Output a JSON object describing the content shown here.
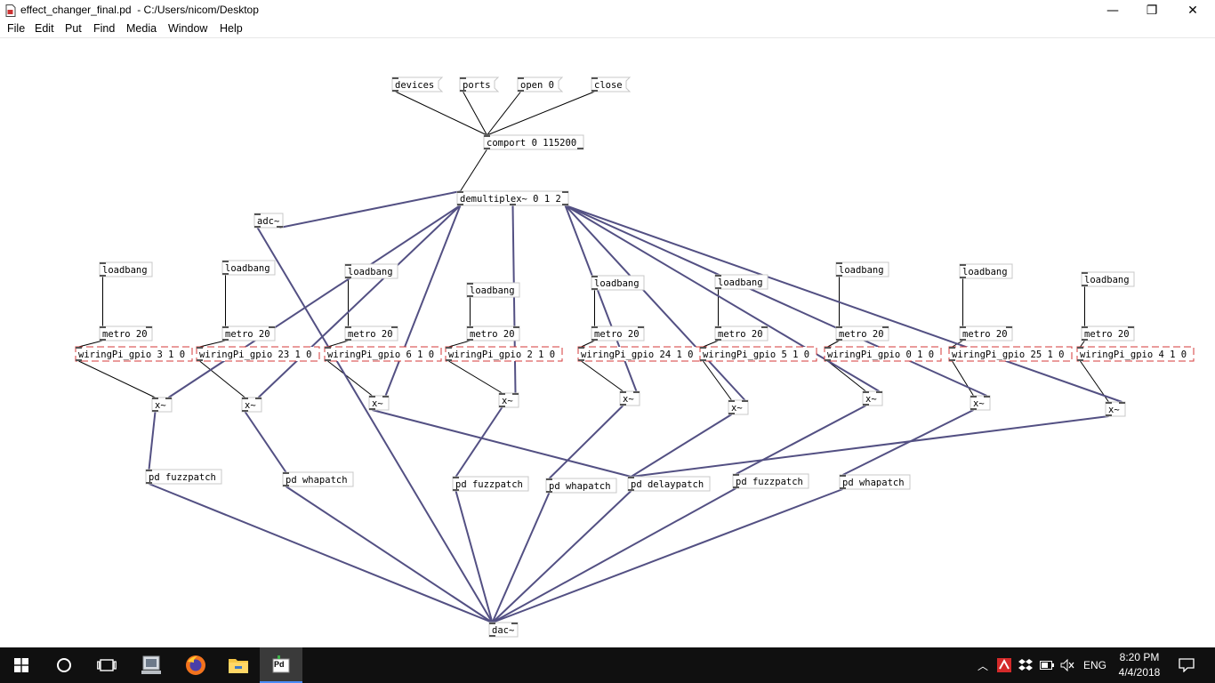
{
  "window": {
    "title": "effect_changer_final.pd  - C:/Users/nicom/Desktop",
    "minimize_glyph": "—",
    "restore_glyph": "❐",
    "close_glyph": "✕"
  },
  "menubar": {
    "items": [
      "File",
      "Edit",
      "Put",
      "Find",
      "Media",
      "Window",
      "Help"
    ]
  },
  "patch": {
    "messages": [
      "devices",
      "ports",
      "open 0",
      "close"
    ],
    "comport": "comport 0 115200",
    "demux": "demultiplex~ 0 1 2",
    "adc": "adc~",
    "loadbang": "loadbang",
    "metro": "metro 20",
    "gpio": [
      "wiringPi_gpio 3 1 0",
      "wiringPi_gpio 23 1 0",
      "wiringPi_gpio 6 1 0",
      "wiringPi_gpio 2 1 0",
      "wiringPi_gpio 24 1 0",
      "wiringPi_gpio 5 1 0",
      "wiringPi_gpio 0 1 0",
      "wiringPi_gpio 25 1 0",
      "wiringPi_gpio 4 1 0"
    ],
    "mult": "x~",
    "subpatches": [
      "pd fuzzpatch",
      "pd whapatch",
      "pd fuzzpatch",
      "pd whapatch",
      "pd delaypatch",
      "pd fuzzpatch",
      "pd whapatch"
    ],
    "dac": "dac~"
  },
  "taskbar": {
    "icons": [
      "windows-start-icon",
      "cortana-icon",
      "task-view-icon",
      "photos-app-icon",
      "firefox-icon",
      "file-explorer-icon",
      "pd-app-icon"
    ],
    "pd_label": "Pd",
    "language": "ENG",
    "time": "8:20 PM",
    "date": "4/4/2018",
    "accent": "#4a8cf7"
  },
  "colors": {
    "cord_signal": "#535083",
    "cord_control": "#000000",
    "gpio_border": "#d63838",
    "box_border": "#c8c8c8"
  }
}
